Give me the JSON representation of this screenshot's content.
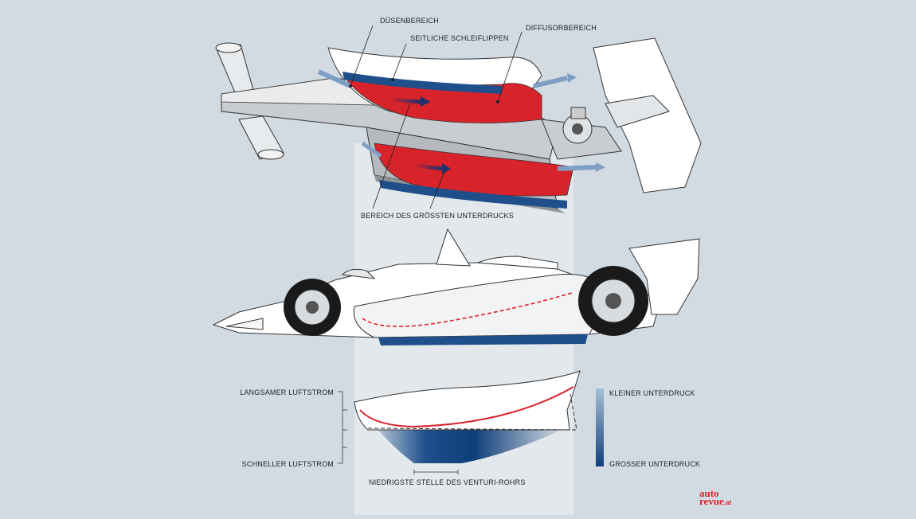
{
  "labels": {
    "duesenbereich": "DÜSENBEREICH",
    "seitliche_schleiflippen": "SEITLICHE SCHLEIFLIPPEN",
    "diffusorbereich": "DIFFUSORBEREICH",
    "groesster_unterdruck": "BEREICH DES GRÖSSTEN UNTERDRUCKS",
    "langsamer_luftstrom": "LANGSAMER LUFTSTROM",
    "schneller_luftstrom": "SCHNELLER LUFTSTROM",
    "niedrigste_stelle": "NIEDRIGSTE STELLE DES VENTURI-ROHRS",
    "kleiner_unterdruck": "KLEINER UNTERDRUCK",
    "grosser_unterdruck": "GROSSER UNTERDRUCK"
  },
  "brand": {
    "line1": "auto",
    "line2": "revue",
    "suffix": ".at"
  },
  "colors": {
    "background": "#d3dbe2",
    "red": "#d8232a",
    "blue": "#1f4f8a",
    "body": "#ffffff",
    "grey": "#bfc3c7"
  }
}
